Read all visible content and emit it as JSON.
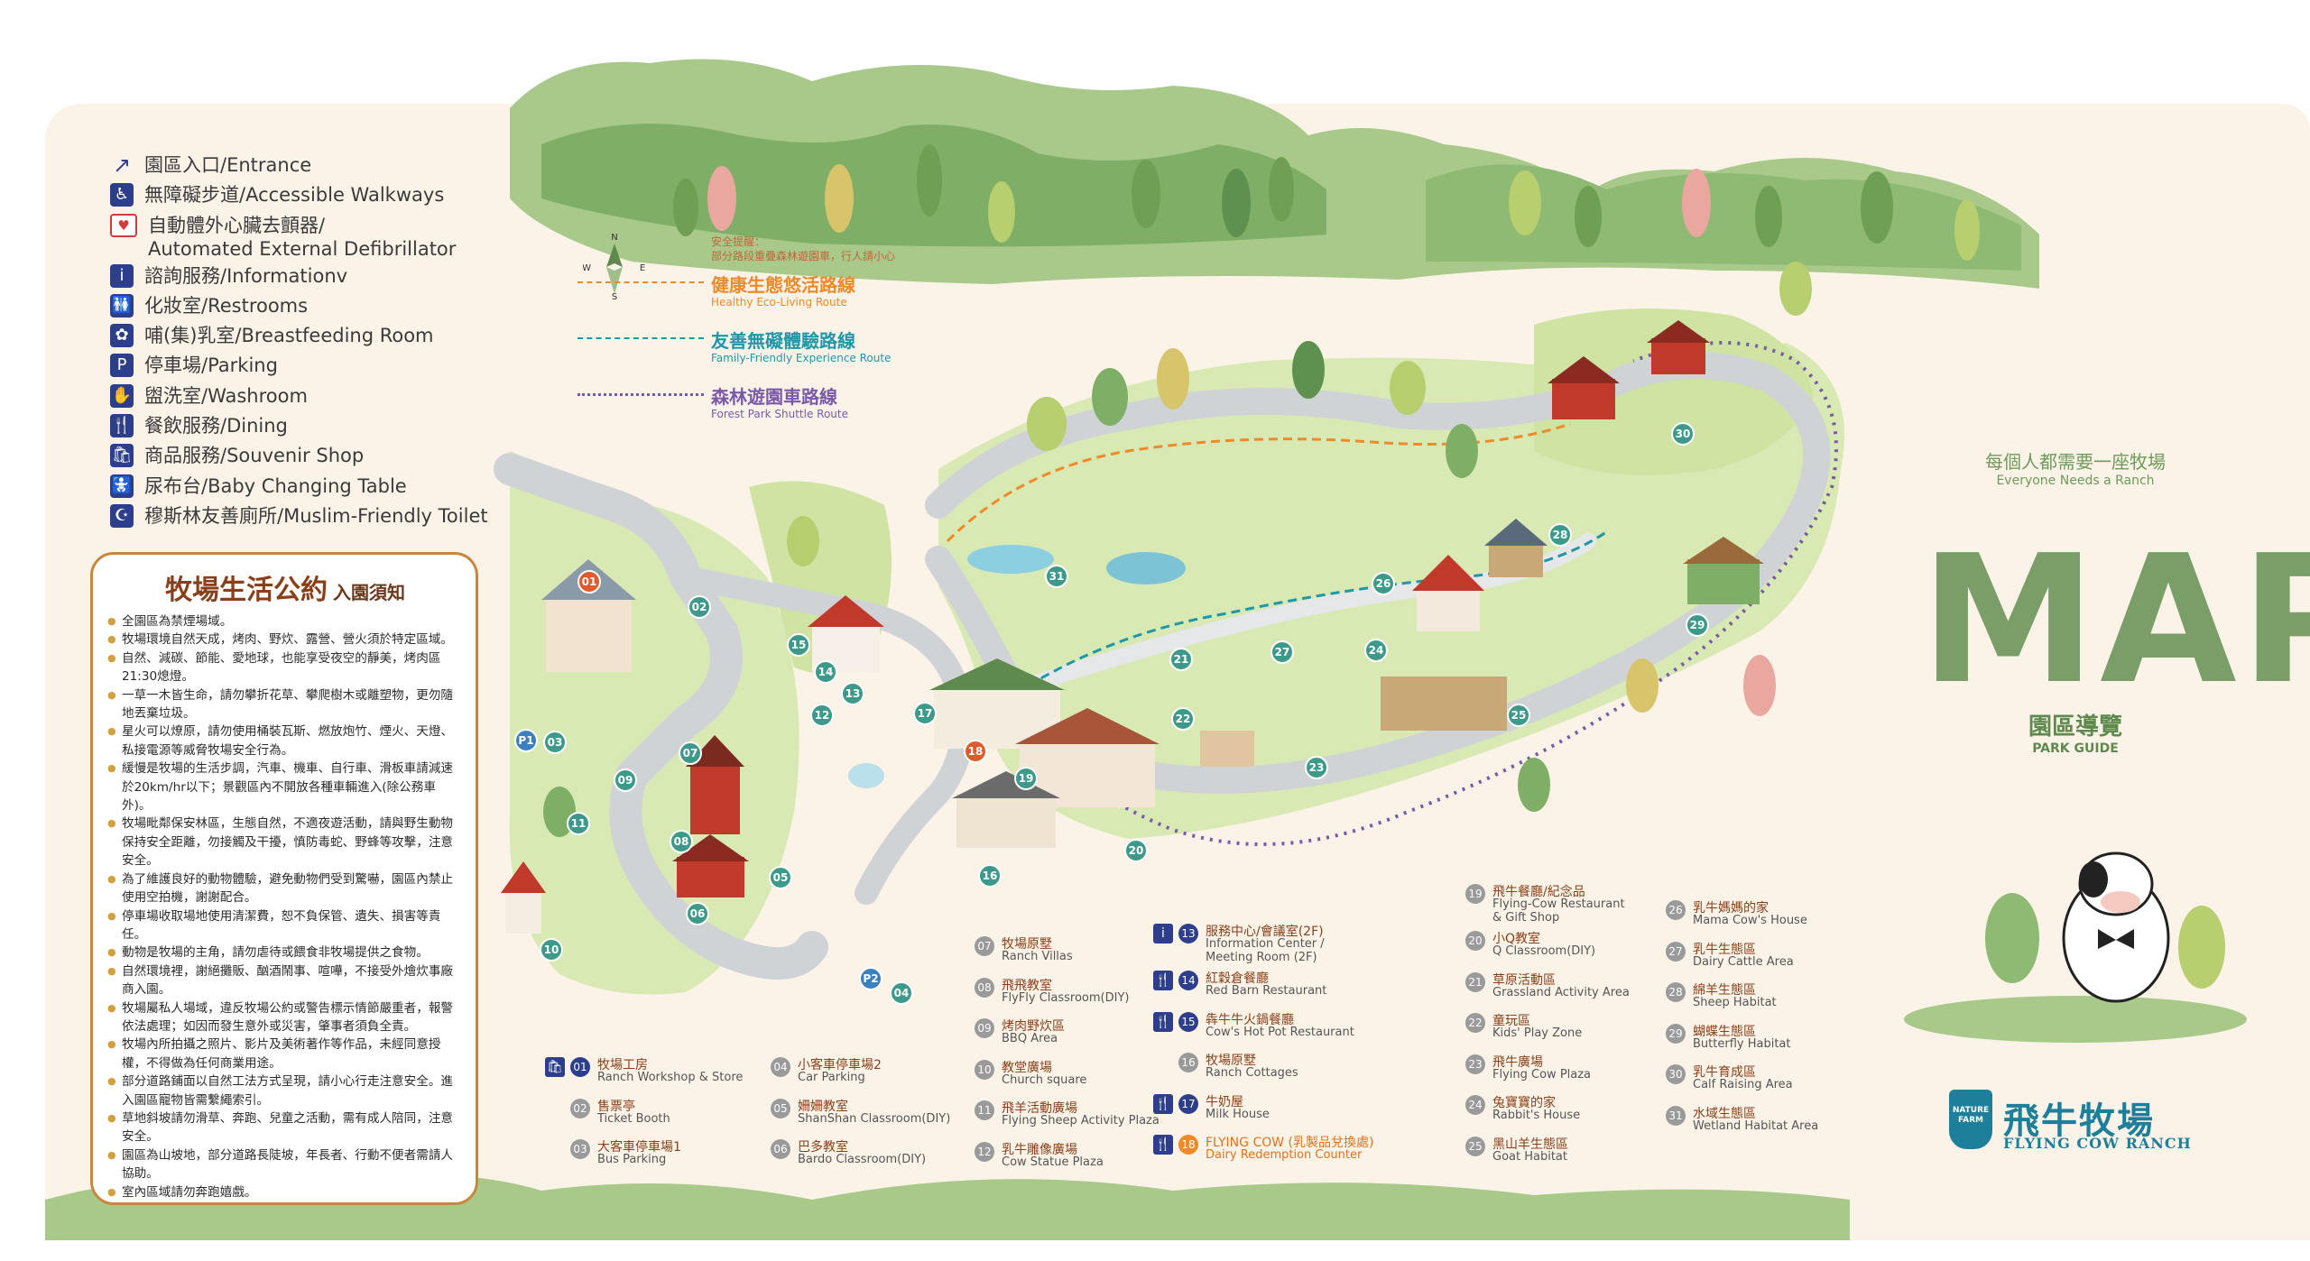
{
  "legend": [
    {
      "icon": "entrance-arrow-icon",
      "glyph": "↗",
      "label": "園區入口/Entrance"
    },
    {
      "icon": "accessible-icon",
      "glyph": "♿",
      "label": "無障礙步道/Accessible Walkways"
    },
    {
      "icon": "defibrillator-icon",
      "glyph": "♥",
      "label": "自動體外心臟去顫器/",
      "label2": "Automated External Defibrillator"
    },
    {
      "icon": "info-icon",
      "glyph": "i",
      "label": "諮詢服務/Informationv"
    },
    {
      "icon": "restroom-icon",
      "glyph": "🚻",
      "label": "化妝室/Restrooms"
    },
    {
      "icon": "breastfeeding-icon",
      "glyph": "✿",
      "label": "哺(集)乳室/Breastfeeding Room"
    },
    {
      "icon": "parking-icon",
      "glyph": "P",
      "label": "停車場/Parking"
    },
    {
      "icon": "washroom-icon",
      "glyph": "✋",
      "label": "盥洗室/Washroom"
    },
    {
      "icon": "dining-icon",
      "glyph": "🍴",
      "label": "餐飲服務/Dining"
    },
    {
      "icon": "shop-icon",
      "glyph": "🛍",
      "label": "商品服務/Souvenir Shop"
    },
    {
      "icon": "baby-changing-icon",
      "glyph": "🚼",
      "label": "尿布台/Baby Changing Table"
    },
    {
      "icon": "muslim-toilet-icon",
      "glyph": "☪",
      "label": "穆斯林友善廁所/Muslim-Friendly Toilet"
    }
  ],
  "rules": {
    "title": "牧場生活公約",
    "subtitle": "入園須知",
    "items": [
      "全園區為禁煙場域。",
      "牧場環境自然天成，烤肉、野炊、露營、營火須於特定區域。",
      "自然、減碳、節能、愛地球，也能享受夜空的靜美，烤肉區21:30熄燈。",
      "一草一木皆生命，請勿攀折花草、攀爬樹木或離塑物，更勿隨地丟棄垃圾。",
      "星火可以燎原，請勿使用桶裝瓦斯、燃放炮竹、煙火、天燈、私接電源等威脅牧場安全行為。",
      "緩慢是牧場的生活步調，汽車、機車、自行車、滑板車請減速於20km/hr以下；景觀區內不開放各種車輛進入(除公務車外)。",
      "牧場毗鄰保安林區，生態自然，不適夜遊活動，請與野生動物保持安全距離，勿接觸及干擾，慎防毒蛇、野蜂等攻擊，注意安全。",
      "為了維護良好的動物體驗，避免動物們受到驚嚇，園區內禁止使用空拍機，謝謝配合。",
      "停車場收取場地使用清潔費，恕不負保管、遺失、損害等責任。",
      "動物是牧場的主角，請勿虐待或餵食非牧場提供之食物。",
      "自然環境裡，謝絕攤販、酗酒鬧事、喧嘩，不接受外燴炊事廠商入園。",
      "牧場屬私人場域，違反牧場公約或警告標示情節嚴重者，報警依法處理；如因而發生意外或災害，肇事者須負全責。",
      "牧場內所拍攝之照片、影片及美術著作等作品，未經同意授權，不得做為任何商業用途。",
      "部分道路鋪面以自然工法方式呈現，請小心行走注意安全。進入園區寵物皆需繫繩索引。",
      "草地斜坡請勿滑草、奔跑、兒童之活動，需有成人陪同，注意安全。",
      "園區為山坡地，部分道路長陡坡，年長者、行動不便者需請人協助。",
      "室內區域請勿奔跑嬉戲。"
    ]
  },
  "routes": {
    "safety_line1": "安全提醒：",
    "safety_line2": "部分路段重疊森林遊園車，行人請小心",
    "items": [
      {
        "zh": "健康生態悠活路線",
        "en": "Healthy Eco-Living Route",
        "color": "#f08a28",
        "style": "dash"
      },
      {
        "zh": "友善無礙體驗路線",
        "en": "Family-Friendly Experience Route",
        "color": "#1e98a8",
        "style": "dash"
      },
      {
        "zh": "森林遊園車路線",
        "en": "Forest Park Shuttle Route",
        "color": "#7a5aa8",
        "style": "dot"
      }
    ]
  },
  "compass": {
    "n": "N",
    "s": "S",
    "e": "E",
    "w": "W"
  },
  "title": {
    "tagline_zh": "每個人都需要一座牧場",
    "tagline_en": "Everyone Needs a Ranch",
    "map": "MAP",
    "park_zh": "園區導覽",
    "park_en": "PARK GUIDE"
  },
  "brand": {
    "logo_line1": "NATURE",
    "logo_line2": "FARM",
    "zh": "飛牛牧場",
    "en": "FLYING COW RANCH"
  },
  "markers": [
    "01",
    "02",
    "P1",
    "03",
    "07",
    "08",
    "09",
    "11",
    "05",
    "06",
    "10",
    "P2",
    "04",
    "12",
    "13",
    "14",
    "15",
    "16",
    "17",
    "18",
    "19",
    "20",
    "21",
    "22",
    "23",
    "24",
    "25",
    "26",
    "27",
    "28",
    "29",
    "30",
    "31"
  ],
  "index": [
    [
      {
        "num": "01",
        "zh": "牧場工房",
        "en": "Ranch Workshop & Store",
        "icon": "🛍"
      },
      {
        "num": "02",
        "zh": "售票亭",
        "en": "Ticket Booth"
      },
      {
        "num": "03",
        "zh": "大客車停車場1",
        "en": "Bus Parking"
      }
    ],
    [
      {
        "num": "04",
        "zh": "小客車停車場2",
        "en": "Car Parking"
      },
      {
        "num": "05",
        "zh": "姍姍教室",
        "en": "ShanShan  Classroom(DIY)"
      },
      {
        "num": "06",
        "zh": "巴多教室",
        "en": "Bardo Classroom(DIY)"
      }
    ],
    [
      {
        "num": "07",
        "zh": "牧場原墅",
        "en": "Ranch Villas"
      },
      {
        "num": "08",
        "zh": "飛飛教室",
        "en": "FlyFly Classroom(DIY)"
      },
      {
        "num": "09",
        "zh": "烤肉野炊區",
        "en": "BBQ Area"
      },
      {
        "num": "10",
        "zh": "教堂廣場",
        "en": "Church square"
      },
      {
        "num": "11",
        "zh": "飛羊活動廣場",
        "en": "Flying Sheep Activity Plaza"
      },
      {
        "num": "12",
        "zh": "乳牛雕像廣場",
        "en": "Cow Statue Plaza"
      }
    ],
    [
      {
        "num": "13",
        "zh": "服務中心/會議室(2F)",
        "en": "Information Center /",
        "en2": "Meeting Room (2F)",
        "icon": "i"
      },
      {
        "num": "14",
        "zh": "紅穀倉餐廳",
        "en": "Red Barn Restaurant",
        "icon": "🍴"
      },
      {
        "num": "15",
        "zh": "犇牛牛火鍋餐廳",
        "en": "Cow's Hot Pot Restaurant",
        "icon": "🍴"
      },
      {
        "num": "16",
        "zh": "牧場原墅",
        "en": "Ranch Cottages"
      },
      {
        "num": "17",
        "zh": "牛奶屋",
        "en": "Milk House",
        "icon": "🍴"
      },
      {
        "num": "18",
        "zh": "FLYING COW (乳製品兌換處)",
        "en": "Dairy Redemption Counter",
        "icon": "🍴"
      }
    ],
    [
      {
        "num": "19",
        "zh": "飛牛餐廳/紀念品",
        "en": "Flying-Cow Restaurant",
        "en2": "& Gift Shop"
      },
      {
        "num": "20",
        "zh": "小Q教室",
        "en": "Q Classroom(DIY)"
      },
      {
        "num": "21",
        "zh": "草原活動區",
        "en": "Grassland Activity Area"
      },
      {
        "num": "22",
        "zh": "童玩區",
        "en": "Kids' Play Zone"
      },
      {
        "num": "23",
        "zh": "飛牛廣場",
        "en": "Flying Cow Plaza"
      },
      {
        "num": "24",
        "zh": "兔寶寶的家",
        "en": "Rabbit's House"
      },
      {
        "num": "25",
        "zh": "黑山羊生態區",
        "en": "Goat Habitat"
      }
    ],
    [
      {
        "num": "26",
        "zh": "乳牛媽媽的家",
        "en": "Mama Cow's House"
      },
      {
        "num": "27",
        "zh": "乳牛生態區",
        "en": "Dairy Cattle Area"
      },
      {
        "num": "28",
        "zh": "綿羊生態區",
        "en": "Sheep Habitat"
      },
      {
        "num": "29",
        "zh": "蝴蝶生態區",
        "en": "Butterfly Habitat"
      },
      {
        "num": "30",
        "zh": "乳牛育成區",
        "en": "Calf Raising Area"
      },
      {
        "num": "31",
        "zh": "水域生態區",
        "en": "Wetland Habitat Area"
      }
    ]
  ],
  "colors": {
    "accent_green": "#7a9e68",
    "teal": "#3d9a8a",
    "navy": "#2d3e8c",
    "orange": "#f08a28",
    "brown": "#8a3f18",
    "paper": "#fbf3e8"
  }
}
